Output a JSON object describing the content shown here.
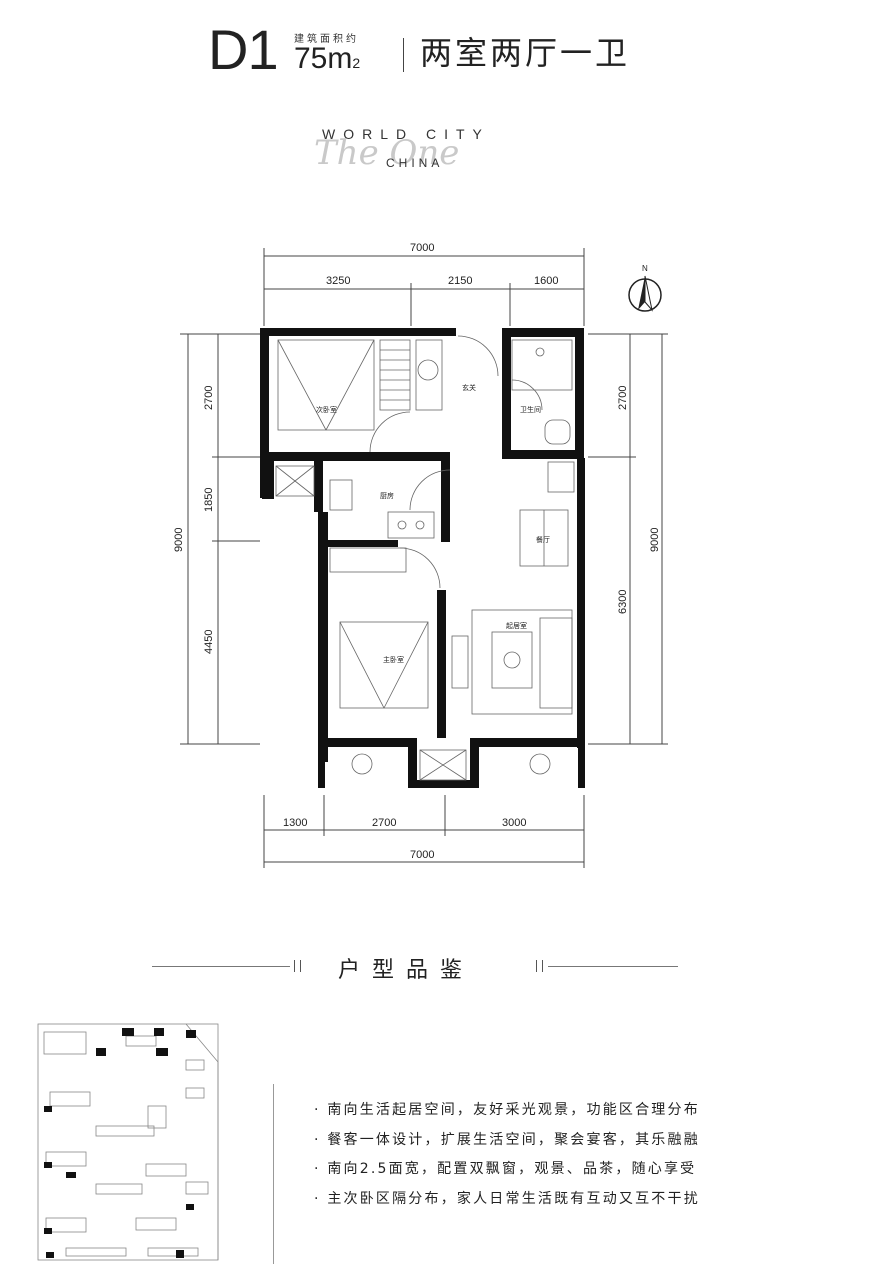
{
  "header": {
    "unit_code": "D1",
    "area_label": "建筑面积约",
    "area_value": "75m",
    "area_unit_sup": "2",
    "layout_name": "两室两厅一卫"
  },
  "brand": {
    "line1": "WORLD CITY",
    "line2": "CHINA",
    "script": "The One"
  },
  "floorplan": {
    "north_label": "N",
    "dimensions": {
      "top_total": "7000",
      "top_segments": [
        "3250",
        "2150",
        "1600"
      ],
      "bottom_segments": [
        "1300",
        "2700",
        "3000"
      ],
      "bottom_total": "7000",
      "left_total": "9000",
      "left_segments": [
        "2700",
        "1850",
        "4450"
      ],
      "right_total": "9000",
      "right_segments": [
        "2700",
        "6300"
      ]
    },
    "rooms": {
      "secondary_bedroom": "次卧室",
      "entrance": "玄关",
      "bathroom": "卫生间",
      "kitchen": "厨房",
      "dining": "餐厅",
      "living": "起居室",
      "master_bedroom": "主卧室"
    }
  },
  "section": {
    "title": "户型品鉴"
  },
  "features": [
    "南向生活起居空间，友好采光观景，功能区合理分布",
    "餐客一体设计，扩展生活空间，聚会宴客，其乐融融",
    "南向2.5面宽，配置双飘窗，观景、品茶，随心享受",
    "主次卧区隔分布，家人日常生活既有互动又互不干扰"
  ],
  "colors": {
    "wall": "#111111",
    "text": "#222222",
    "line": "#555555"
  }
}
